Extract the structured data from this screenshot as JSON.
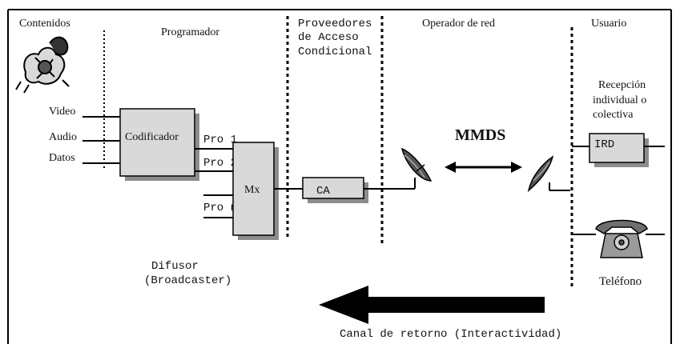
{
  "sections": {
    "contenidos": "Contenidos",
    "programador": "Programador",
    "proveedores": [
      "Proveedores",
      "de Acceso",
      "Condicional"
    ],
    "operador": "Operador de red",
    "usuario": "Usuario"
  },
  "inputs": [
    "Video",
    "Audio",
    "Datos"
  ],
  "codificador": "Codificador",
  "programs": [
    "Pro 1",
    "Pro 2",
    "Pro n"
  ],
  "mux": "Mx",
  "ca": "CA",
  "mmds": "MMDS",
  "reception": [
    "Recepción",
    "individual o",
    "colectiva"
  ],
  "ird": "IRD",
  "telefono": "Teléfono",
  "difusor": [
    "Difusor",
    "(Broadcaster)"
  ],
  "canal_retorno": "Canal de retorno (Interactividad)"
}
